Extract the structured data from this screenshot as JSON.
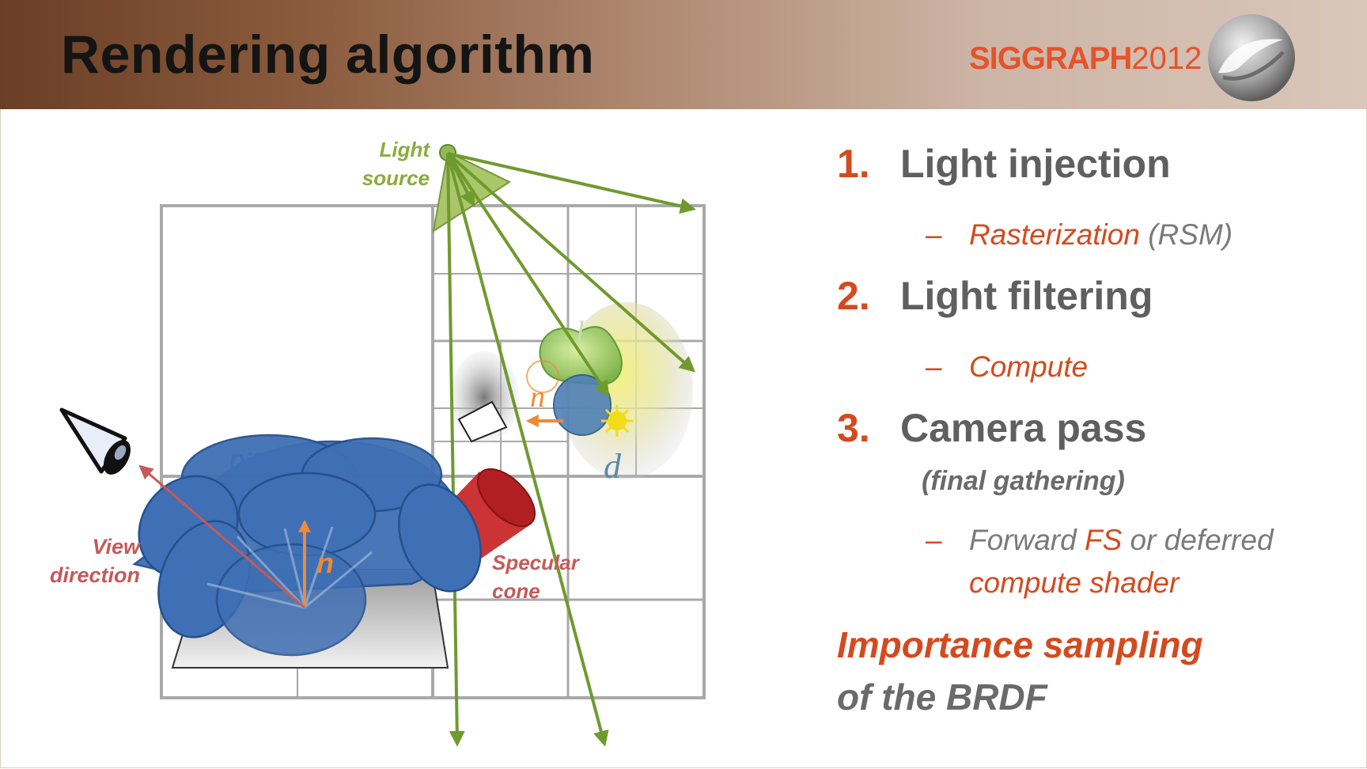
{
  "slide": {
    "title": "Rendering algorithm",
    "logo": {
      "brand": "SIGGRAPH",
      "year": "2012",
      "accent": "#e5532b"
    }
  },
  "diagram": {
    "labels": {
      "light_source_line1": "Light",
      "light_source_line2": "source",
      "l": "l",
      "n_light": "n",
      "d": "d",
      "diffuse_cones": "Diffuse cones",
      "view_line1": "View",
      "view_line2": "direction",
      "n_surface": "n",
      "specular_line1": "Specular",
      "specular_line2": "cone"
    },
    "colors": {
      "light_green": "#8bab3f",
      "diffuse_blue": "#3f6fb4",
      "view_red": "#c55a5a",
      "specular_red": "#c8282a",
      "normal_orange": "#ee8a35"
    }
  },
  "outline": {
    "items": [
      {
        "number": "1.",
        "title": "Light injection",
        "sub_main": "Rasterization",
        "sub_extra": " (RSM)"
      },
      {
        "number": "2.",
        "title": "Light filtering",
        "sub_main": "Compute"
      },
      {
        "number": "3.",
        "title": "Camera pass",
        "note": "(final gathering)",
        "sub_part1": "Forward ",
        "sub_part2": "FS",
        "sub_part3": " or deferred",
        "sub_line2": "compute shader"
      }
    ],
    "dash": "–",
    "importance_line1": "Importance sampling",
    "importance_line2": "of the BRDF"
  }
}
